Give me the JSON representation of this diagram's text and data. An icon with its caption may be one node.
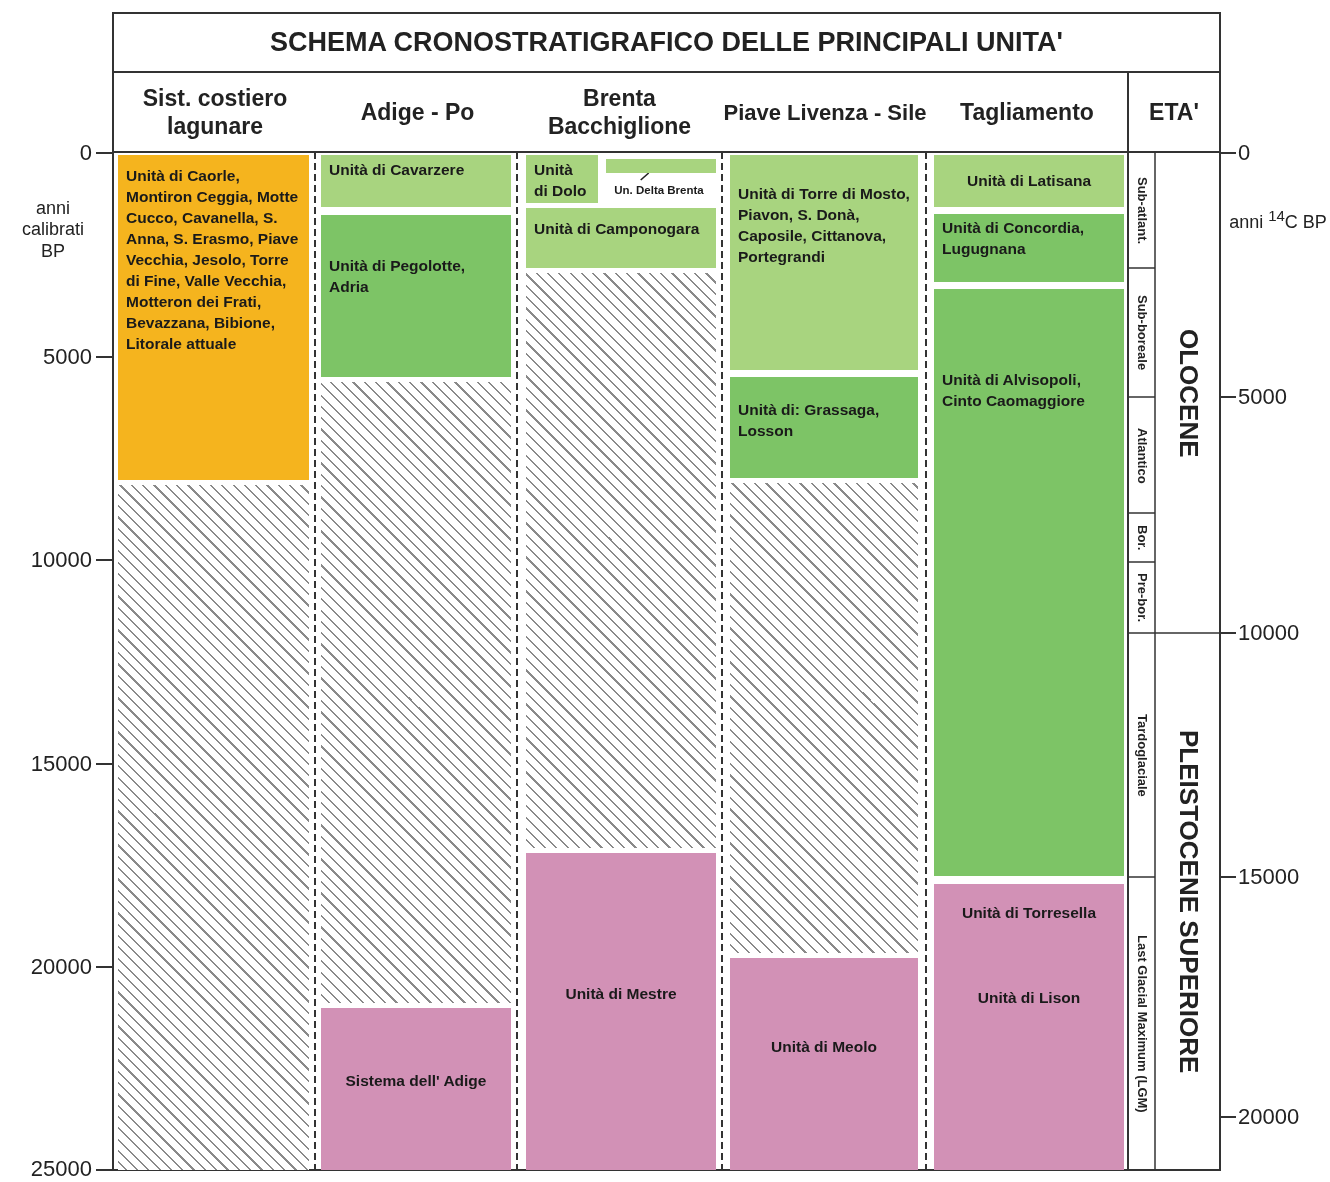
{
  "diagram": {
    "title": "SCHEMA CRONOSTRATIGRAFICO DELLE PRINCIPALI UNITA'",
    "nodes": [
      {
        "text": [
          "Unità di Caorle, Montiron Ceggia, Motte Cucco, Cavanella, S. Anna, S. Erasmo, Piave Vecchia, Jesolo, Torre di Fine, Valle Vecchia, Motteron dei Frati, Bevazzana, Bibione, Litorale attuale"
        ]
      },
      {
        "text": [],
        "shape": "box"
      },
      {
        "text": [
          "Unità di Cavarzere"
        ]
      },
      {
        "text": [
          "Unità di Pegolotte, Adria"
        ]
      },
      {
        "text": [],
        "shape": "box"
      },
      {
        "text": [
          "Sistema dell' Adige"
        ]
      },
      {
        "text": [
          "Unità di Dolo"
        ]
      },
      {
        "text": [],
        "shape": "bar"
      },
      {
        "text": [
          "Un. Delta Brenta"
        ]
      },
      {
        "text": [
          "Unità di Camponogara"
        ]
      },
      {
        "text": [],
        "shape": "box"
      },
      {
        "text": [
          "Unità di Mestre"
        ]
      },
      {
        "text": [
          "Unità di Torre di Mosto, Piavon, S. Donà, Caposile, Cittanova, Portegrandi"
        ]
      },
      {
        "text": [
          "Unità di: Grassaga, Losson"
        ]
      },
      {
        "text": [],
        "shape": "box"
      },
      {
        "text": [
          "Unità di Meolo"
        ]
      },
      {
        "text": [
          "Unità di Latisana"
        ]
      },
      {
        "text": [
          "Unità di Concordia, Lugugnana"
        ]
      },
      {
        "text": [
          "Unità di Alvisopoli, Cinto Caomaggiore"
        ]
      },
      {
        "text": [
          "Unità di Torresella",
          "Unità di Lison"
        ]
      }
    ],
    "edges": [
      {
        "from": 8,
        "to": 7,
        "arrow": "none"
      }
    ],
    "labels": [
      "Sist. costiero lagunare",
      "Adige - Po",
      "Brenta Bacchiglione",
      "Piave Livenza - Sile",
      "Tagliamento",
      "ETA'",
      "0",
      "anni calibrati BP",
      "5000",
      "10000",
      "15000",
      "20000",
      "25000",
      "Sub-atlant.",
      "Sub-boreale",
      "Atlantico",
      "Bor.",
      "Pre-bor.",
      "Tardoglaciale",
      "Last Glacial Maximum (LGM)",
      "OLOCENE",
      "PLEISTOCENE SUPERIORE",
      "0",
      "anni $^{14}$C BP",
      "5000",
      "10000",
      "15000",
      "20000"
    ]
  }
}
